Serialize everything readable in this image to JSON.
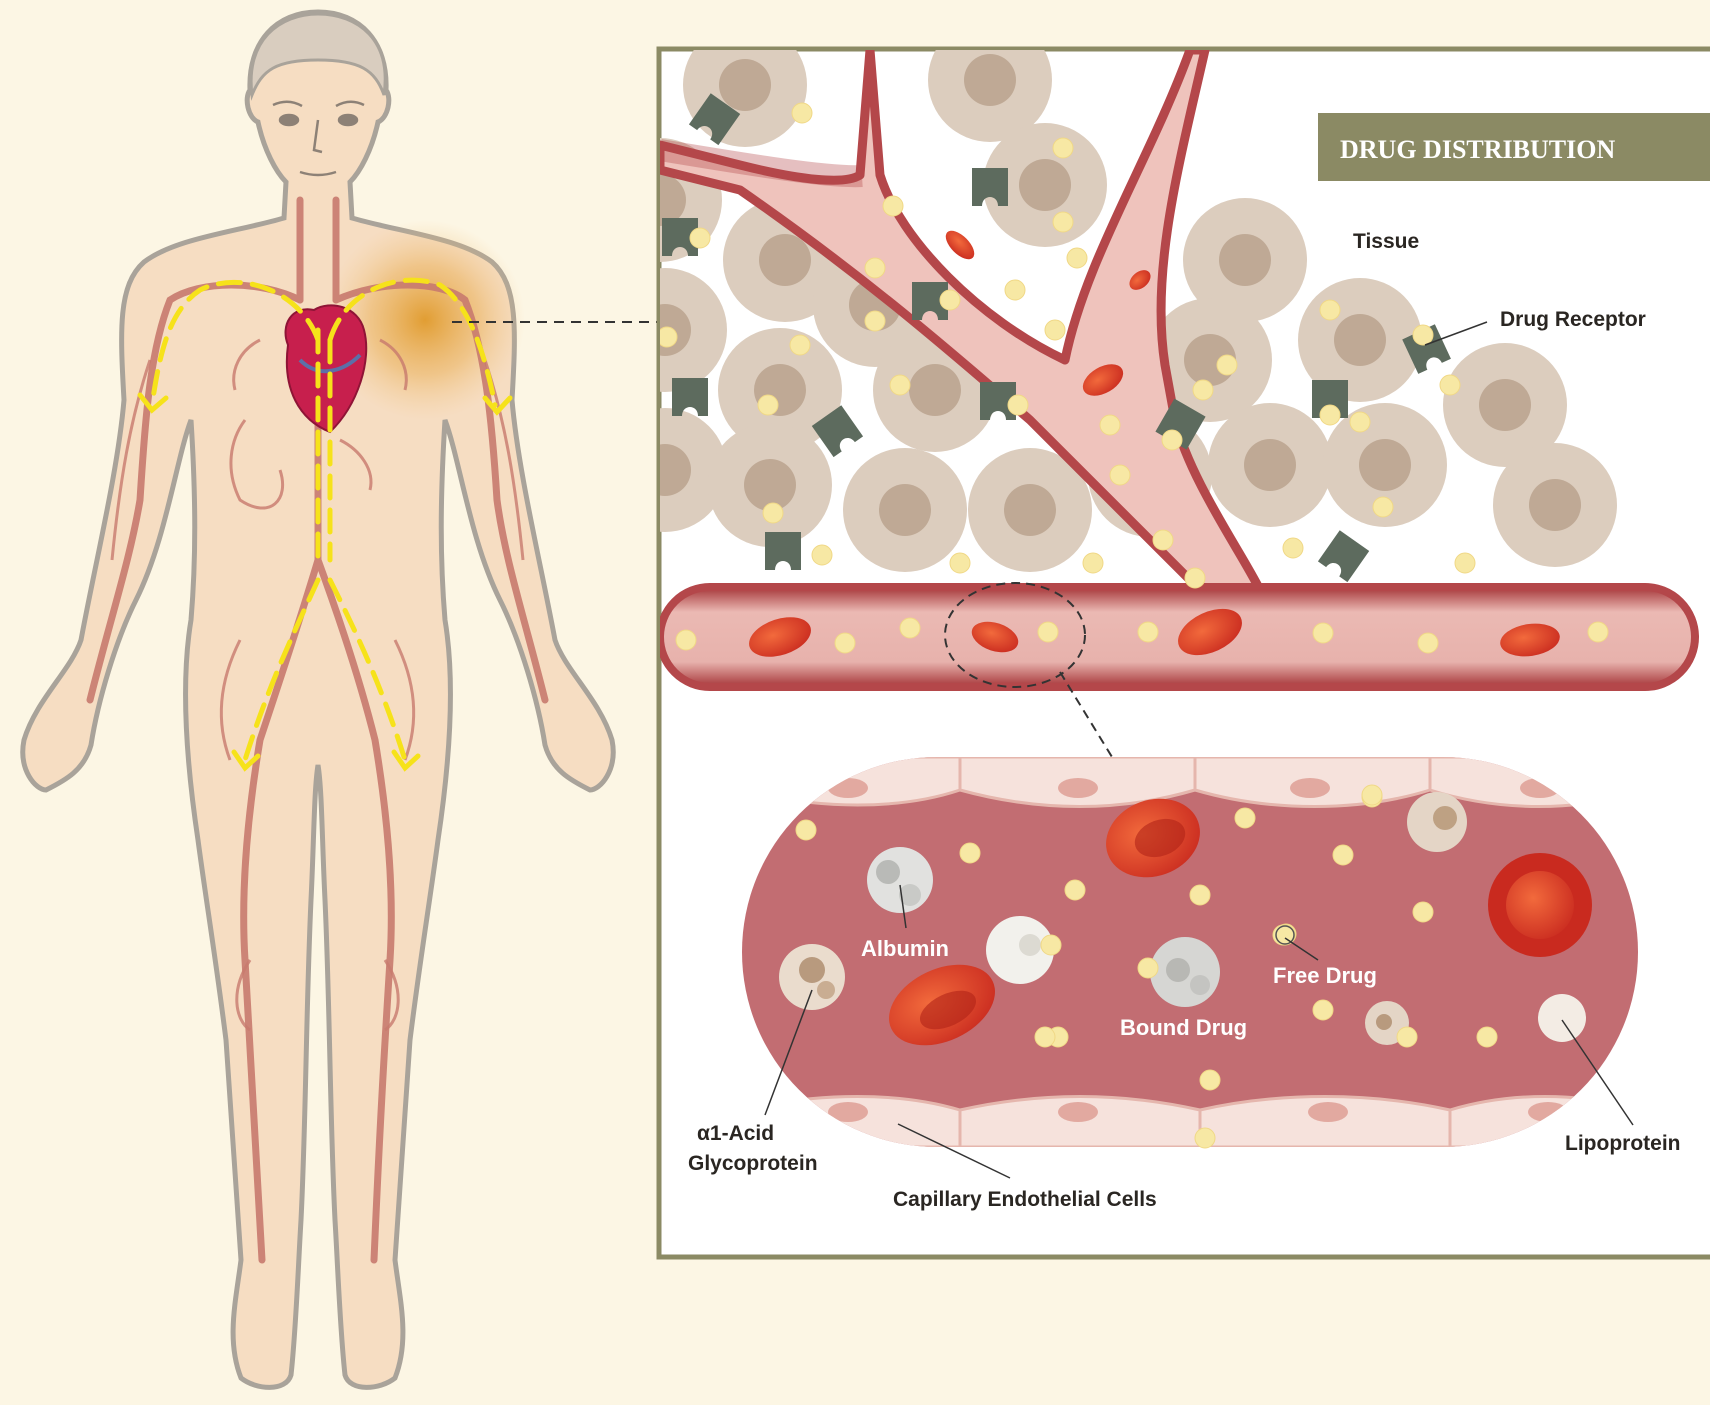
{
  "title": "DRUG DISTRIBUTION",
  "labels": {
    "tissue": "Tissue",
    "drug_receptor": "Drug Receptor",
    "albumin": "Albumin",
    "free_drug": "Free Drug",
    "bound_drug": "Bound Drug",
    "a1_acid_line1": "α1-Acid",
    "a1_acid_line2": "Glycoprotein",
    "capillary": "Capillary Endothelial Cells",
    "lipoprotein": "Lipoprotein"
  },
  "colors": {
    "background": "#fcf6e4",
    "panel_border": "#8b8a64",
    "title_banner": "#8b8a64",
    "vessel": "#b4474a",
    "red_cell": "#d83a26",
    "drug_dot": "#f7e8a4",
    "tissue_cell": "#dccdbe",
    "receptor": "#5d6b5e",
    "flow_arrow": "#f6e21a",
    "heart": "#c71f4d"
  }
}
